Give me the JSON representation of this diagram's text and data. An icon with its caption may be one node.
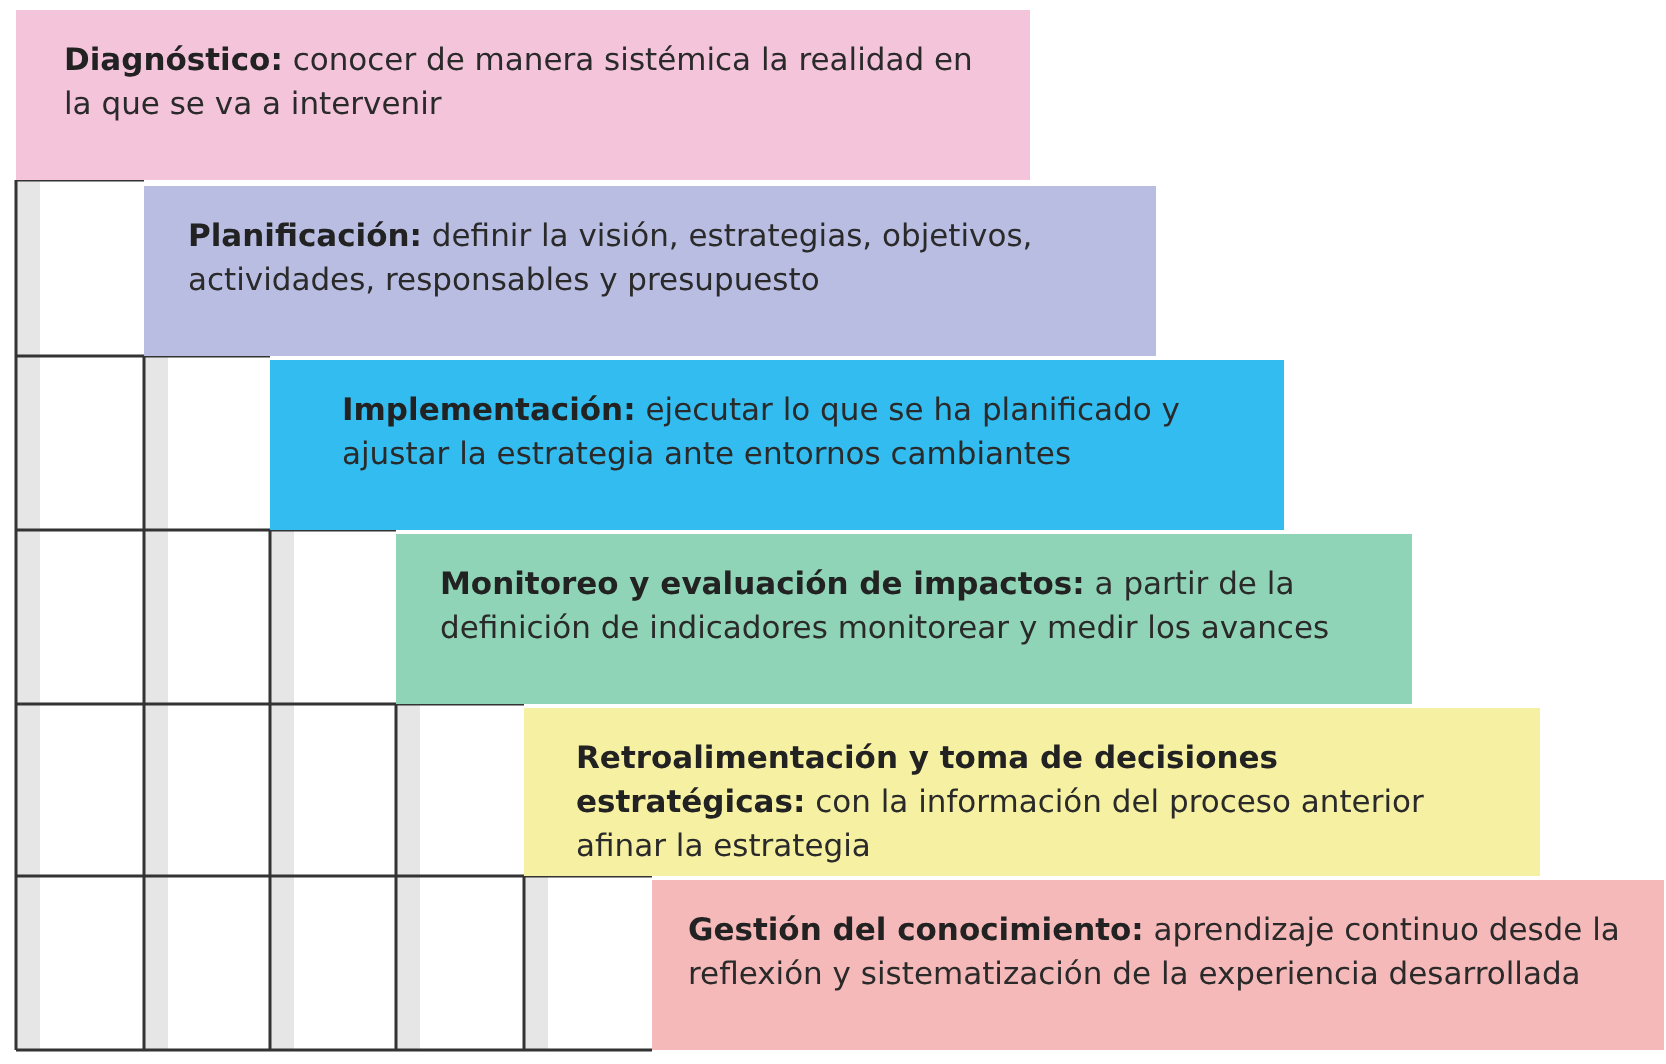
{
  "diagram": {
    "nodes": [
      {
        "text": [
          "**Diagnóstico:** conocer de manera sistémica la realidad en la que se va a intervenir"
        ]
      },
      {
        "text": [
          "**Planificación:** definir la visión, estrategias, objetivos, actividades, responsables y presupuesto"
        ]
      },
      {
        "text": [
          "**Implementación:** ejecutar lo que se ha planificado y ajustar la estrategia ante entornos cambiantes"
        ]
      },
      {
        "text": [
          "**Monitoreo y evaluación de impactos:** a partir de la definición de indicadores monitorear y medir los avances"
        ]
      },
      {
        "text": [
          "**Retroalimentación y toma de decisiones estratégicas:** con la información del proceso anterior afinar la estrategia"
        ]
      },
      {
        "text": [
          "**Gestión del conocimiento:** aprendizaje continuo desde la reflexión y sistematización de la experiencia desarrollada"
        ]
      }
    ],
    "edges": []
  }
}
